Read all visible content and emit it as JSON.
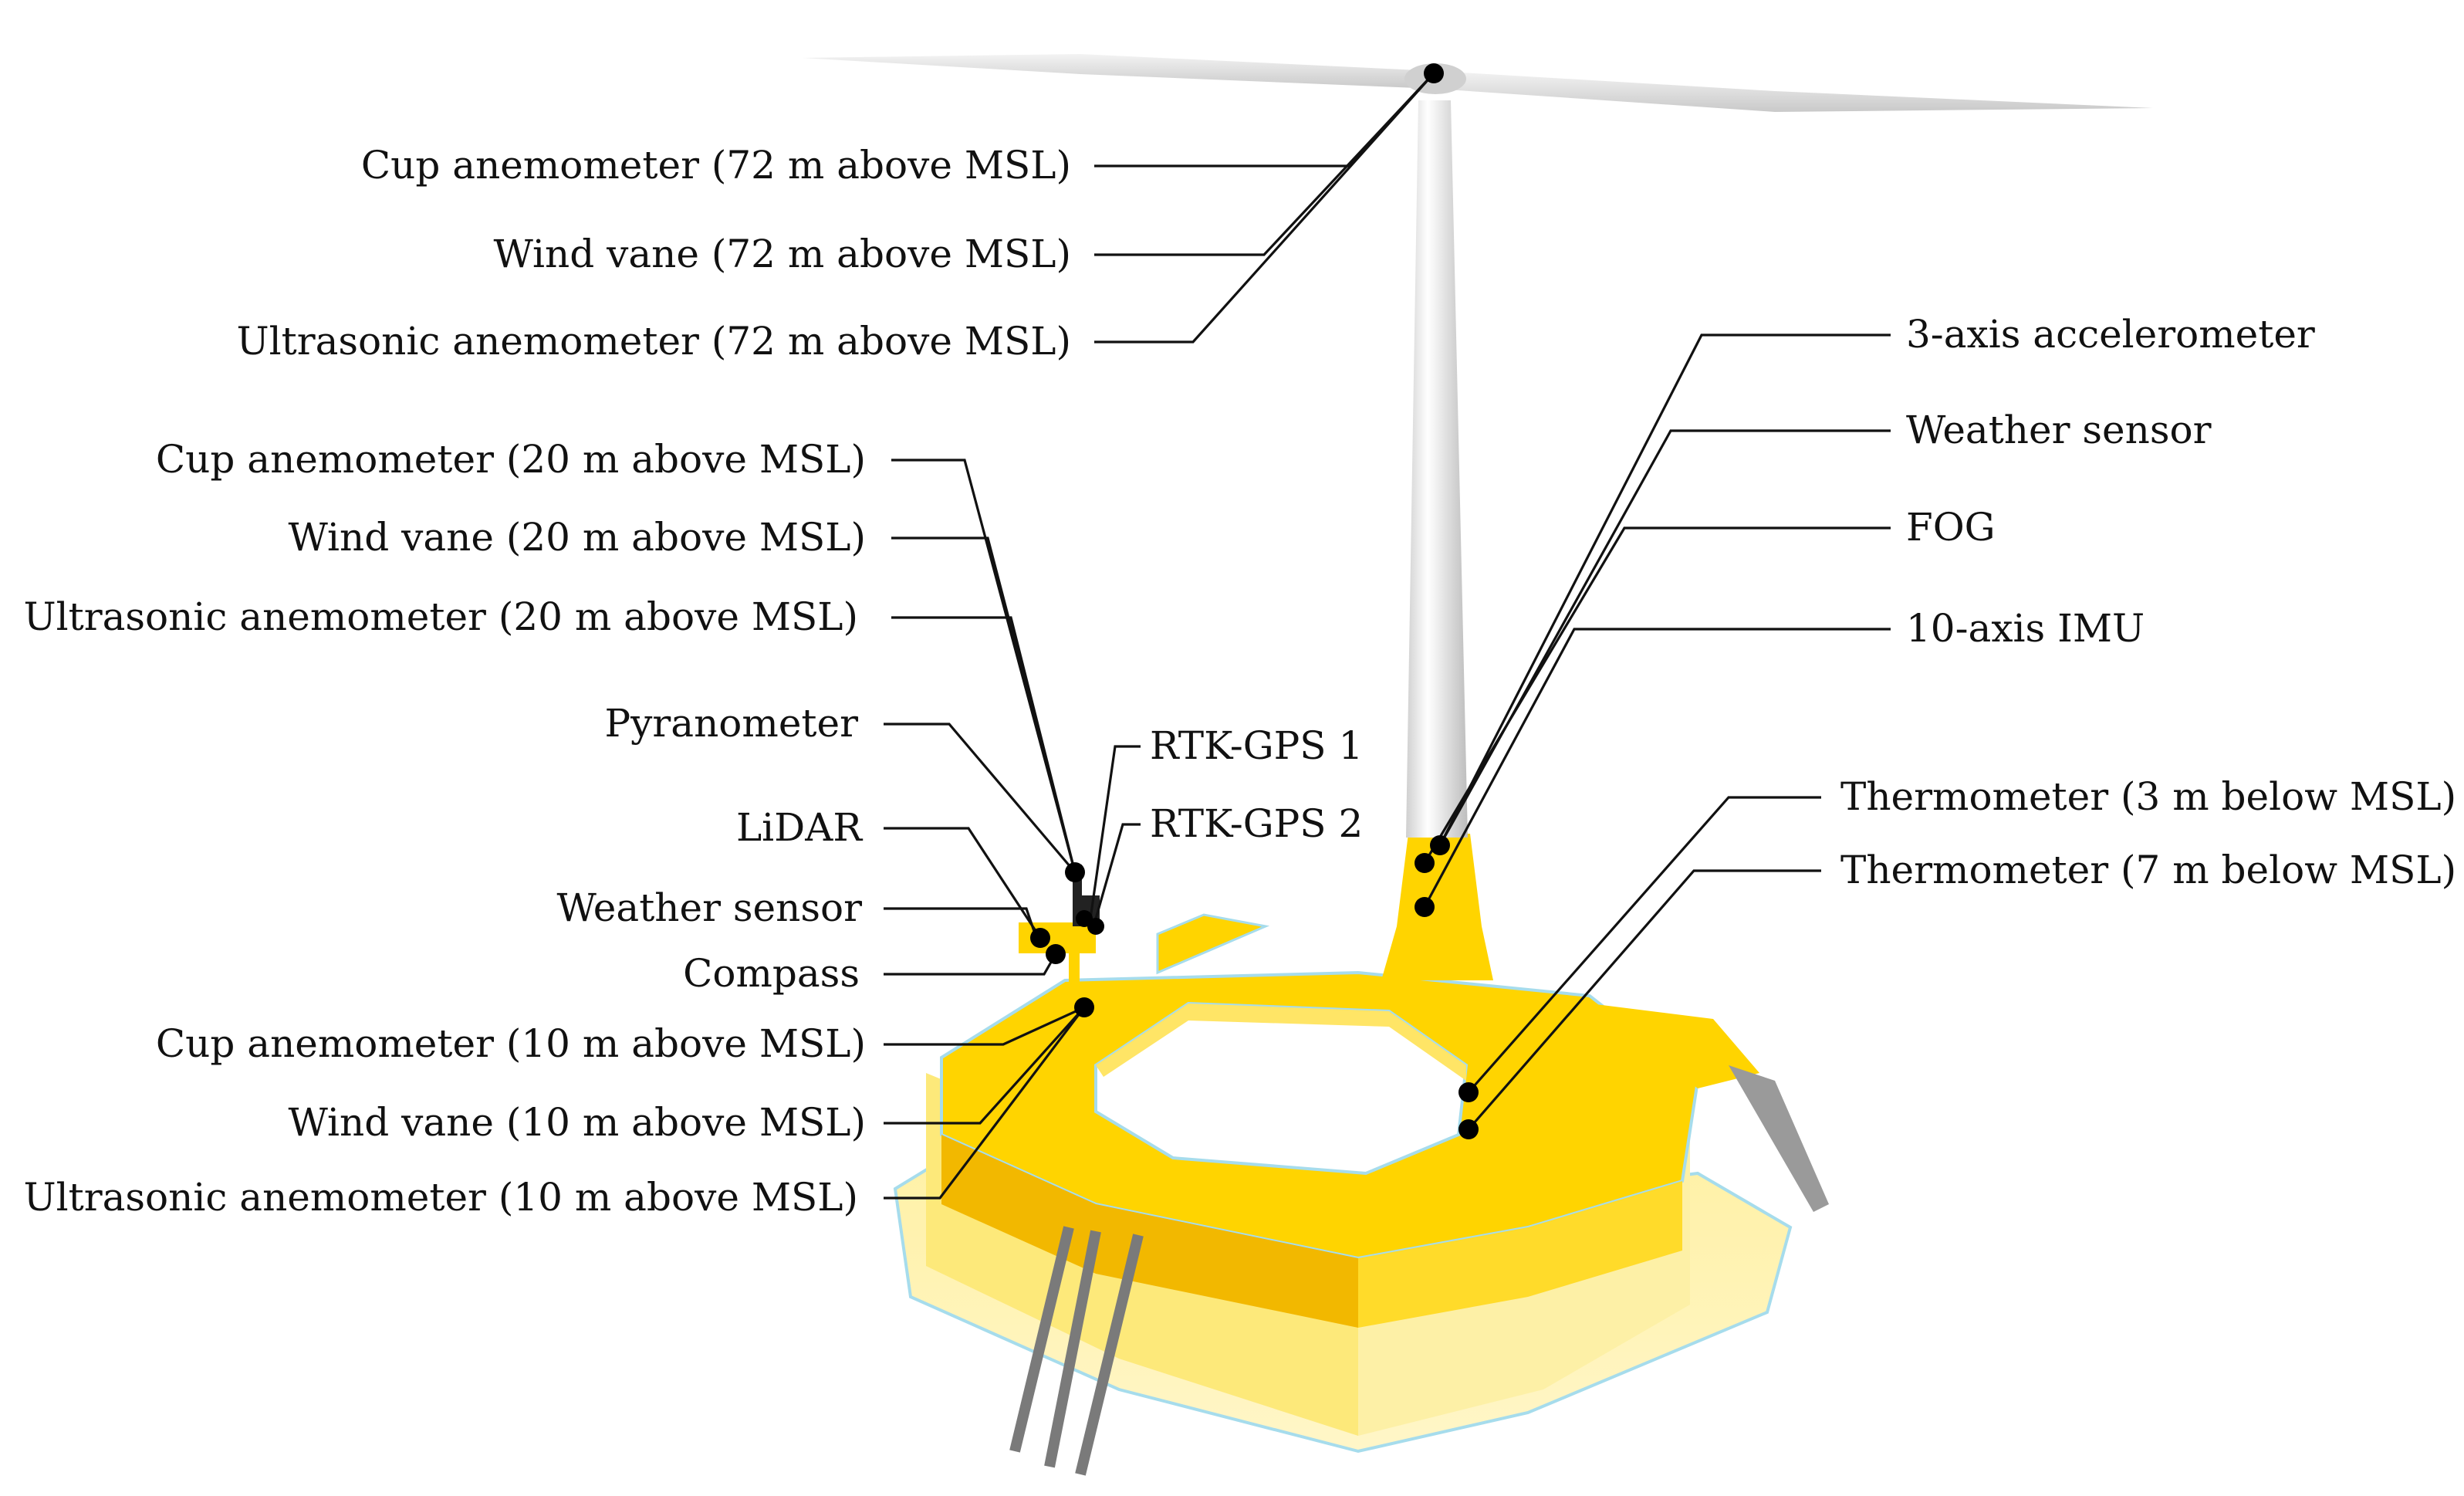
{
  "labels_left": [
    "Cup anemometer (72 m above MSL)",
    "Wind vane (72 m above MSL)",
    "Ultrasonic anemometer (72 m above MSL)",
    "Cup anemometer (20 m above MSL)",
    "Wind vane (20 m above MSL)",
    "Ultrasonic anemometer (20 m above MSL)",
    "Pyranometer",
    "LiDAR",
    "Weather sensor",
    "Compass",
    "Cup anemometer (10 m above MSL)",
    "Wind vane (10 m above MSL)",
    "Ultrasonic anemometer (10 m above MSL)"
  ],
  "labels_center": [
    "RTK-GPS 1",
    "RTK-GPS 2"
  ],
  "labels_right": [
    "3-axis accelerometer",
    "Weather sensor",
    "FOG",
    "10-axis IMU",
    "Thermometer (3 m below MSL)",
    "Thermometer (7 m below MSL)"
  ],
  "colors": {
    "platform_yellow": "#ffd400",
    "platform_dark": "#f2b800",
    "hull_pale": "#fff3a6",
    "tower_gray": "#e6e6e6",
    "blade_gray": "#dcdcdc",
    "rail_blue": "#9fd8ea"
  }
}
